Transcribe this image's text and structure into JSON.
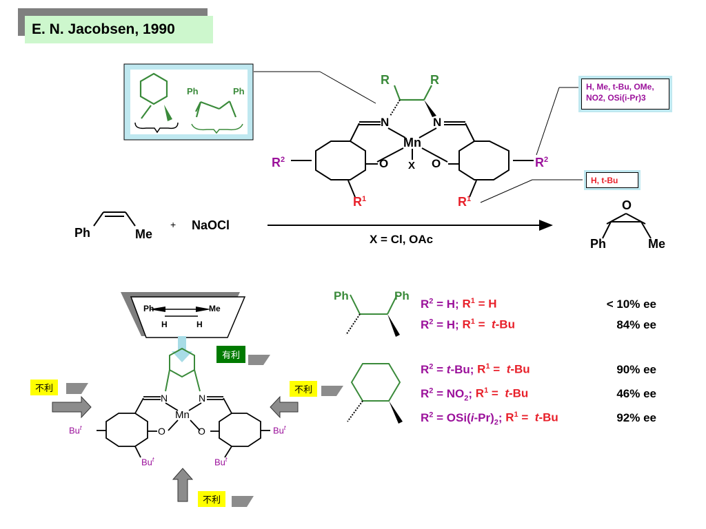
{
  "title": "E. N. Jacobsen, 1990",
  "structure": {
    "R_left": "R",
    "R_right": "R",
    "Ph_left": "Ph",
    "Ph_right": "Ph",
    "N_left": "N",
    "N_right": "N",
    "Mn": "Mn",
    "X": "X",
    "O_left": "O",
    "O_right": "O",
    "R2_left": "R",
    "R2_left_sup": "2",
    "R2_right": "R",
    "R2_right_sup": "2",
    "R1_left": "R",
    "R1_left_sup": "1",
    "R1_right": "R",
    "R1_right_sup": "1"
  },
  "r2_box": {
    "line1": "H, Me, t-Bu, OMe,",
    "line2": "NO2, OSi(i-Pr)3"
  },
  "r1_box": {
    "text": "H, t-Bu"
  },
  "reaction": {
    "sub_Ph": "Ph",
    "sub_Me": "Me",
    "plus": "+",
    "reagent": "NaOCl",
    "condition": "X = Cl, OAc",
    "prod_O": "O",
    "prod_Ph": "Ph",
    "prod_Me": "Me"
  },
  "model": {
    "alkene_Ph": "Ph",
    "alkene_Me": "Me",
    "H1": "H",
    "H2": "H",
    "N_left": "N",
    "N_right": "N",
    "Mn": "Mn",
    "O_left": "O",
    "O_right": "O",
    "tBu_left": "Bu",
    "tBu_left_sup": "t",
    "tBu_right": "Bu",
    "tBu_right_sup": "t",
    "tBu_bl": "Bu",
    "tBu_bl_sup": "t",
    "tBu_br": "Bu",
    "tBu_br_sup": "t"
  },
  "tags": {
    "favorable": "有利",
    "unfav_left": "不利",
    "unfav_right": "不利",
    "unfav_bottom": "不利"
  },
  "results": {
    "diphenyl": {
      "Ph1": "Ph",
      "Ph2": "Ph"
    },
    "rows": [
      {
        "text": "R2 = H; R1 = H",
        "ee": "< 10% ee"
      },
      {
        "text": "R2 = H; R1 = t-Bu",
        "ee": "84% ee"
      },
      {
        "text": "R2 = t-Bu; R1 = t-Bu",
        "ee": "90% ee"
      },
      {
        "text": "R2 = NO2; R1 = t-Bu",
        "ee": "46% ee"
      },
      {
        "text": "R2 = OSi(i-Pr)2; R1 = t-Bu",
        "ee": "92% ee"
      }
    ]
  },
  "colors": {
    "green": "#3a8a3a",
    "purple": "#9b119b",
    "red": "#e8202a",
    "tag_yellow": "#ffff00",
    "tag_green": "#007a00",
    "title_bg": "#cdf7cd"
  }
}
